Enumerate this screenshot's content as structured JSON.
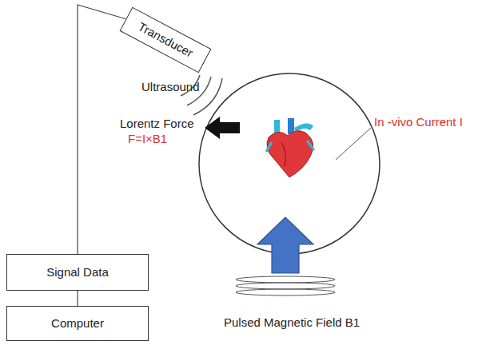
{
  "diagram": {
    "nodes": [
      {
        "text": [
          "Transducer"
        ]
      },
      {
        "text": [
          "Signal Data"
        ]
      },
      {
        "text": [
          "Computer"
        ]
      }
    ],
    "edges": [
      {
        "from": 0,
        "to": 1,
        "arrow": "none"
      },
      {
        "from": 1,
        "to": 2,
        "arrow": "none"
      }
    ],
    "labels": [
      "Ultrasound",
      "Lorentz Force",
      "F=I×B1",
      "In -vivo Current I",
      "Pulsed Magnetic Field B1"
    ]
  }
}
